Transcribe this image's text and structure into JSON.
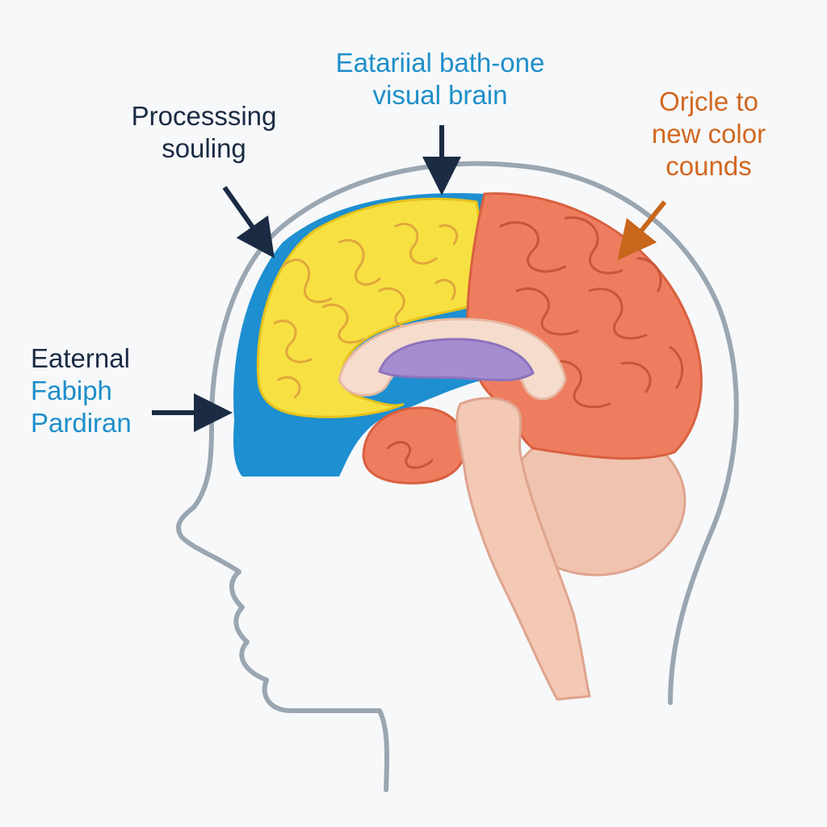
{
  "labels": {
    "top": {
      "line1": "Eatariial bath-one",
      "line2": "visual brain"
    },
    "upper_left": {
      "line1": "Processsing",
      "line2": "souling"
    },
    "right": {
      "line1": "Orjcle to",
      "line2": "new color",
      "line3": "counds"
    },
    "left": {
      "line1": "Eaternal",
      "line2": "Fabiph",
      "line3": "Pardiran"
    }
  },
  "colors": {
    "head_outline": "#9aa6b2",
    "blue_region": "#1e8fd0",
    "yellow_region": "#f7e142",
    "orange_region": "#ee7d5f",
    "purple_region": "#a48ed0",
    "brainstem": "#f3c8b4",
    "cerebellum": "#efc3b0",
    "arrow_dark": "#1b2b43",
    "arrow_orange": "#c8661c"
  }
}
